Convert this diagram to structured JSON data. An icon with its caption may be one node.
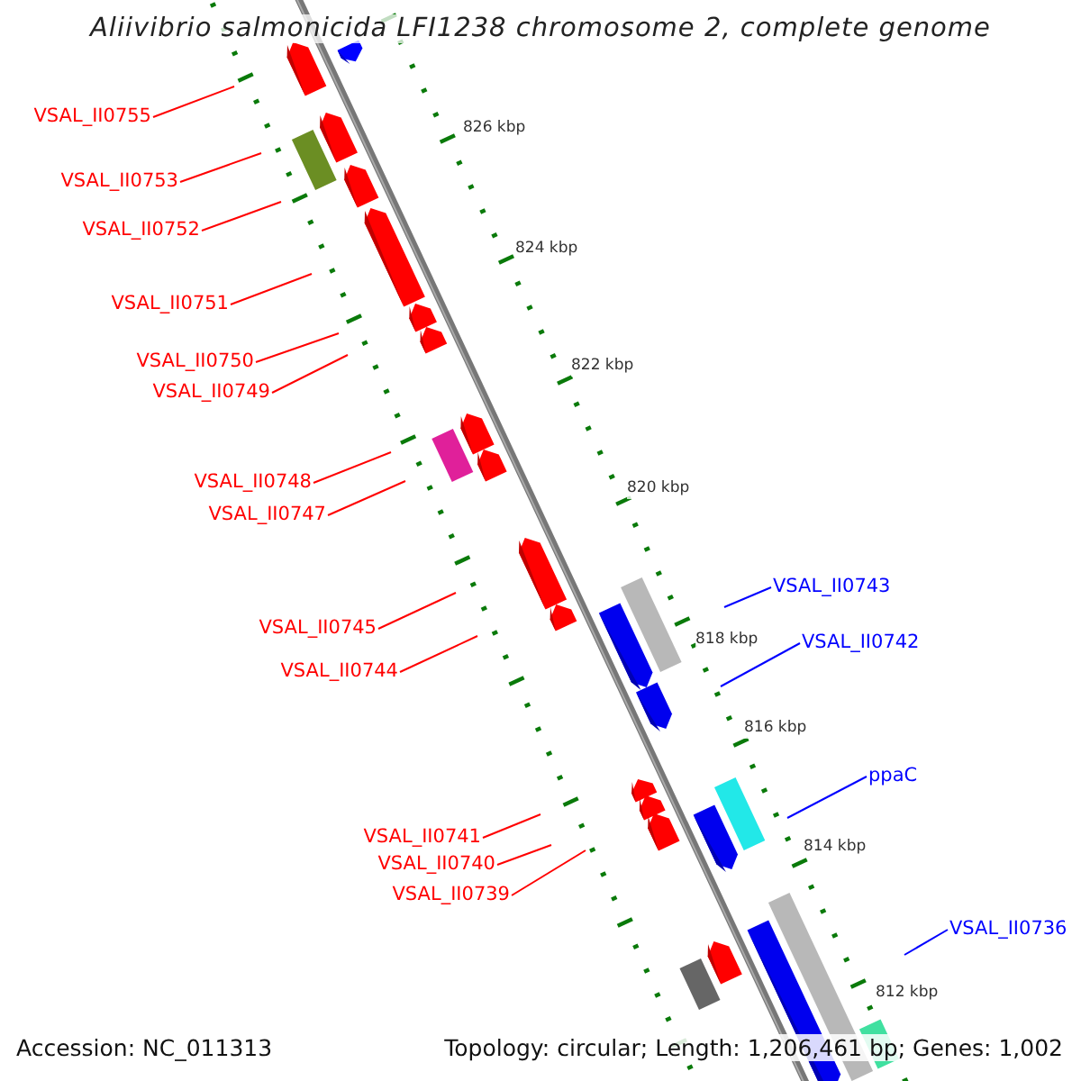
{
  "diagram": {
    "title": "Aliivibrio salmonicida LFI1238 chromosome 2, complete genome",
    "nodes": [
      {
        "text": [
          "VSAL_II0755"
        ]
      },
      {
        "text": [
          "VSAL_II0753"
        ]
      },
      {
        "text": [
          "VSAL_II0752"
        ]
      },
      {
        "text": [
          "VSAL_II0751"
        ]
      },
      {
        "text": [
          "VSAL_II0750"
        ]
      },
      {
        "text": [
          "VSAL_II0749"
        ]
      },
      {
        "text": [
          "VSAL_II0748"
        ]
      },
      {
        "text": [
          "VSAL_II0747"
        ]
      },
      {
        "text": [
          "VSAL_II0743"
        ]
      },
      {
        "text": [
          "VSAL_II0745"
        ]
      },
      {
        "text": [
          "VSAL_II0742"
        ]
      },
      {
        "text": [
          "VSAL_II0744"
        ]
      },
      {
        "text": [
          "ppaC"
        ]
      },
      {
        "text": [
          "VSAL_II0741"
        ]
      },
      {
        "text": [
          "VSAL_II0740"
        ]
      },
      {
        "text": [
          "VSAL_II0739"
        ]
      },
      {
        "text": [
          "VSAL_II0736"
        ]
      }
    ],
    "edges": [
      {
        "from": 0,
        "to": null,
        "arrow": "none"
      },
      {
        "from": 1,
        "to": null,
        "arrow": "none"
      },
      {
        "from": 2,
        "to": null,
        "arrow": "none"
      },
      {
        "from": 3,
        "to": null,
        "arrow": "none"
      },
      {
        "from": 4,
        "to": null,
        "arrow": "none"
      },
      {
        "from": 5,
        "to": null,
        "arrow": "none"
      },
      {
        "from": 6,
        "to": null,
        "arrow": "none"
      },
      {
        "from": 7,
        "to": null,
        "arrow": "none"
      },
      {
        "from": 8,
        "to": null,
        "arrow": "none",
        "color": "#0000ff"
      },
      {
        "from": 9,
        "to": null,
        "arrow": "none"
      },
      {
        "from": 10,
        "to": null,
        "arrow": "none",
        "color": "#0000ff"
      },
      {
        "from": 11,
        "to": null,
        "arrow": "none"
      },
      {
        "from": 12,
        "to": null,
        "arrow": "none",
        "color": "#0000ff"
      },
      {
        "from": 13,
        "to": null,
        "arrow": "none"
      },
      {
        "from": 14,
        "to": null,
        "arrow": "none"
      },
      {
        "from": 15,
        "to": null,
        "arrow": "none"
      },
      {
        "from": 16,
        "to": null,
        "arrow": "none",
        "color": "#0000ff"
      }
    ],
    "labels": [
      "826 kbp",
      "824 kbp",
      "822 kbp",
      "820 kbp",
      "818 kbp",
      "816 kbp",
      "814 kbp",
      "812 kbp",
      "Accession: NC_011313",
      "Topology: circular; Length: 1,206,461 bp; Genes: 1,002"
    ]
  }
}
